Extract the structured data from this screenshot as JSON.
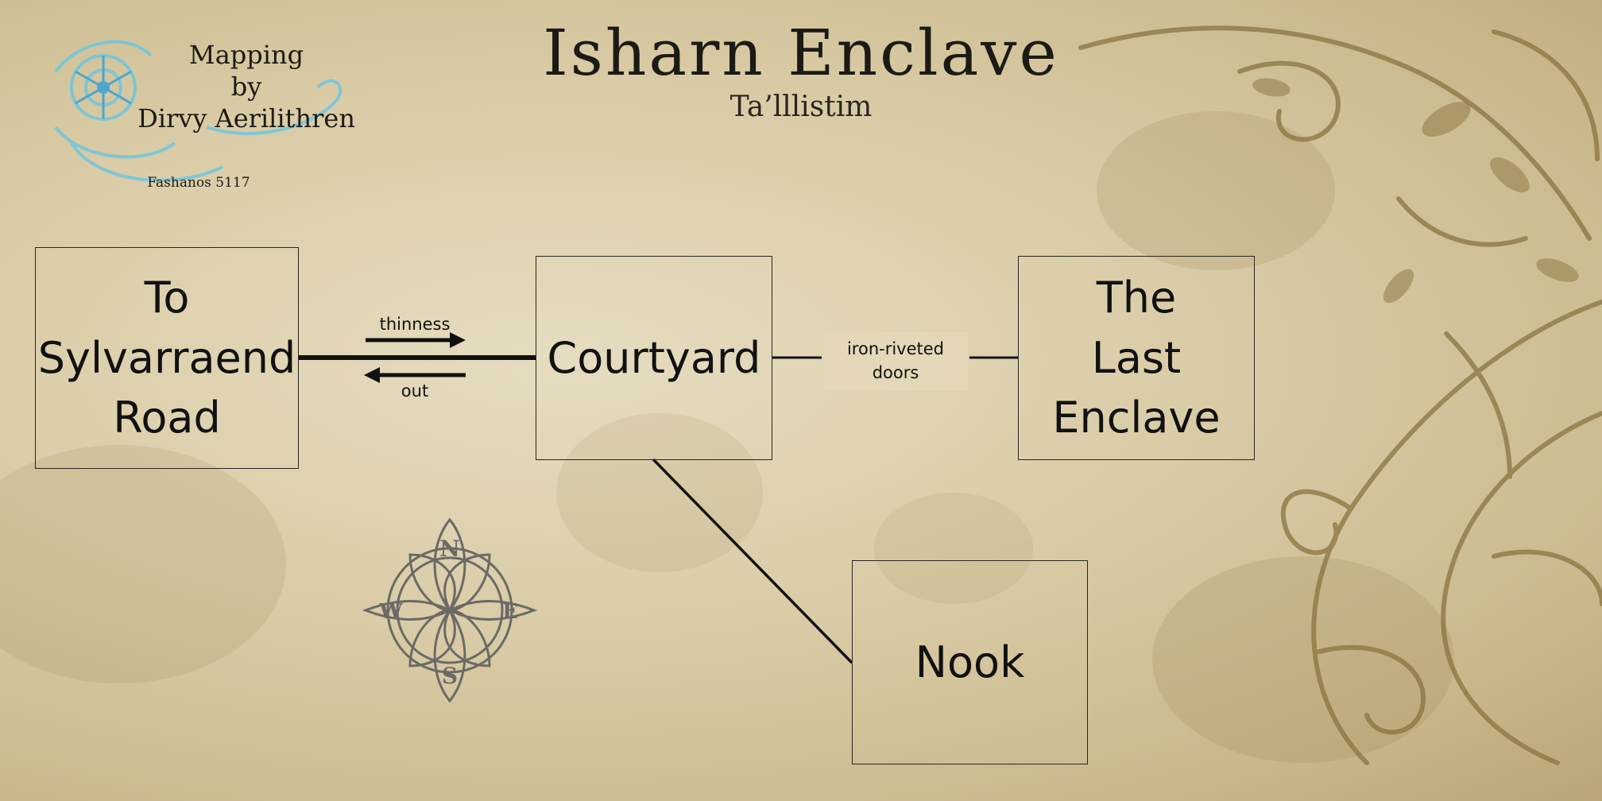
{
  "title": "Isharn Enclave",
  "subtitle": "Ta’lllistim",
  "credit": {
    "line1": "Mapping",
    "line2": "by",
    "line3": "Dirvy Aerilithren",
    "date": "Fashanos 5117"
  },
  "rooms": {
    "sylvarraend": [
      "To",
      "Sylvarraend",
      "Road"
    ],
    "courtyard": [
      "Courtyard"
    ],
    "last_enclave": [
      "The",
      "Last",
      "Enclave"
    ],
    "nook": [
      "Nook"
    ]
  },
  "connections": {
    "thinness_label": "thinness",
    "out_label": "out",
    "doors_label_line1": "iron-riveted",
    "doors_label_line2": "doors"
  },
  "compass": {
    "n": "N",
    "e": "E",
    "s": "S",
    "w": "W"
  },
  "colors": {
    "parchment": "#d9cba5",
    "ink": "#1c1a14",
    "flourish": "#8a7440",
    "ornament_blue": "#6ec6e0"
  }
}
